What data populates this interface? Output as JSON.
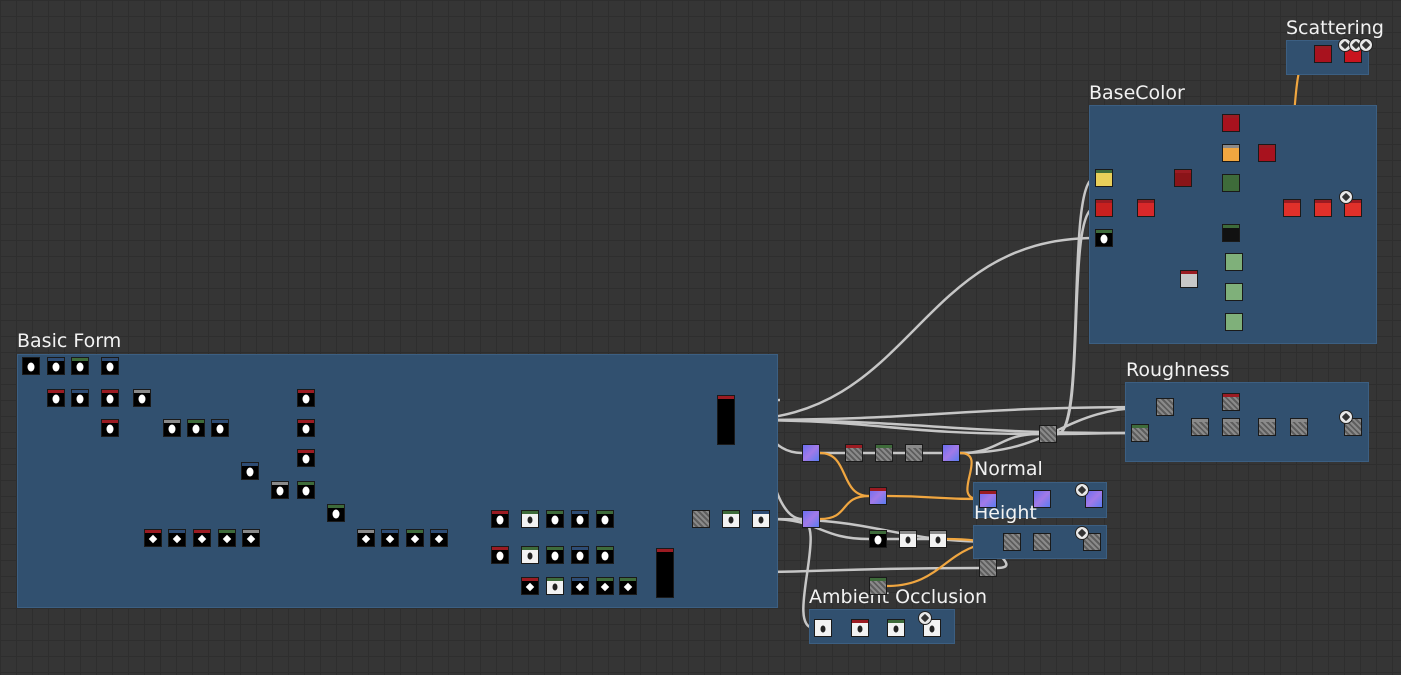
{
  "graph": {
    "frames": [
      {
        "id": "basic-form",
        "title": "Basic Form"
      },
      {
        "id": "basecolor",
        "title": "BaseColor"
      },
      {
        "id": "scattering",
        "title": "Scattering"
      },
      {
        "id": "roughness",
        "title": "Roughness"
      },
      {
        "id": "normal",
        "title": "Normal"
      },
      {
        "id": "height",
        "title": "Height"
      },
      {
        "id": "ambient-occlusion",
        "title": "Ambient Occlusion"
      }
    ],
    "colors": {
      "background": "#353535",
      "frame": "#31506f",
      "wire": "#c6c6c6",
      "wire_color": "#f0a640",
      "header_red": "#9b1b22",
      "header_green": "#3e6b3a",
      "header_blue": "#2e4c74",
      "header_gray": "#8a8a8a"
    },
    "icons": [
      "output-node-icon"
    ]
  }
}
